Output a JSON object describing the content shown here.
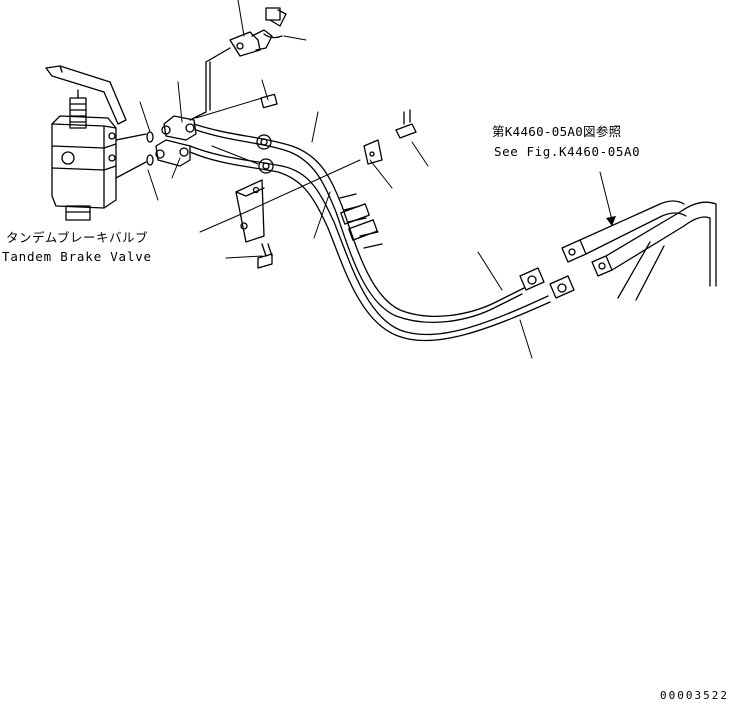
{
  "labels": {
    "valve_jp": "タンデムブレーキバルブ",
    "valve_en": "Tandem Brake Valve",
    "ref_jp": "第K4460-05A0図参照",
    "ref_en": "See Fig.K4460-05A0",
    "drawing_code": "00003522"
  },
  "colors": {
    "line": "#000000",
    "background": "#ffffff"
  }
}
